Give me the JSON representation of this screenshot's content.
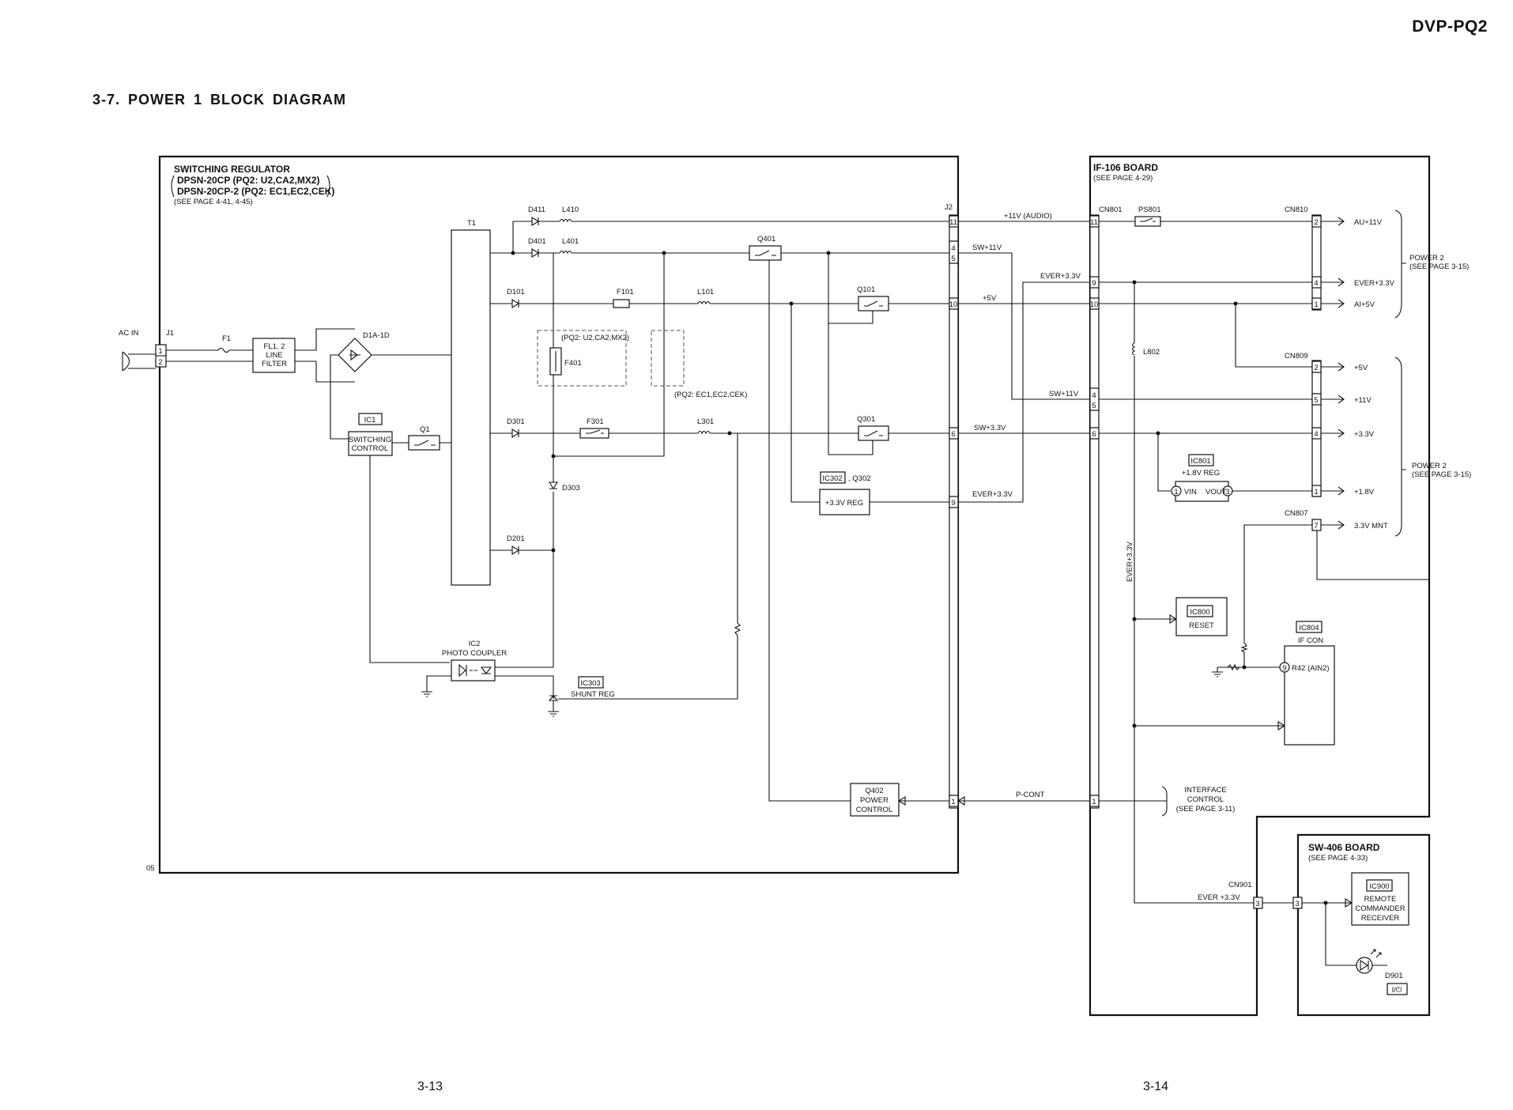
{
  "header": {
    "model": "DVP-PQ2",
    "section_title": "3-7.  POWER  1  BLOCK  DIAGRAM",
    "page_left": "3-13",
    "page_right": "3-14"
  },
  "regulator": {
    "title": "SWITCHING REGULATOR",
    "model_line1": "DPSN-20CP (PQ2: U2,CA2,MX2)",
    "model_line2": "DPSN-20CP-2 (PQ2: EC1,EC2,CEK)",
    "see_page": "(SEE PAGE 4-41, 4-45)",
    "corner_mark": "05"
  },
  "labels": {
    "ac_in": "AC IN",
    "j1": "J1",
    "f1": "F1",
    "fl": [
      "FL1, 2",
      "LINE",
      "FILTER"
    ],
    "d1a": "D1A-1D",
    "t1": "T1",
    "ic1": "IC1",
    "switching_control": [
      "SWITCHING",
      "CONTROL"
    ],
    "q1": "Q1",
    "d411": "D411",
    "l410": "L410",
    "d401": "D401",
    "l401": "L401",
    "d101": "D101",
    "f101": "F101",
    "l101": "L101",
    "d301": "D301",
    "f301": "F301",
    "l301": "L301",
    "d303": "D303",
    "d201": "D201",
    "pq2_us": "(PQ2: U2,CA2,MX2)",
    "f401": "F401",
    "pq2_eu": "(PQ2: EC1,EC2,CEK)",
    "q401": "Q401",
    "q101": "Q101",
    "q301": "Q301",
    "ic302": "IC302",
    "q302": ", Q302",
    "reg33": "+3.3V REG",
    "ic2": "IC2",
    "photo_coupler": "PHOTO COUPLER",
    "ic303": "IC303",
    "shunt_reg": "SHUNT REG",
    "q402": [
      "Q402",
      "POWER",
      "CONTROL"
    ],
    "j2": "J2",
    "net_11v_audio": "+11V (AUDIO)",
    "net_sw11v": "SW+11V",
    "net_ever33": "EVER+3.3V",
    "net_5v": "+5V",
    "net_sw11v_b": "SW+11V",
    "net_sw33": "SW+3.3V",
    "net_ever33_b": "EVER+3.3V",
    "net_pcont": "P-CONT",
    "cn801": "CN801",
    "ps801": "PS801",
    "l802": "L802",
    "cn810": "CN810",
    "cn809": "CN809",
    "cn807": "CN807",
    "ic801": "IC801",
    "reg18": "+1.8V REG",
    "vin": "VIN",
    "vout": "VOUT",
    "ic800": "IC800",
    "reset": "RESET",
    "ic804": "IC804",
    "if_con": "IF CON",
    "r42": "R42 (AIN2)",
    "ever33_vert": "EVER+3.3V",
    "interface_control": [
      "INTERFACE",
      "CONTROL",
      "(SEE PAGE 3-11)"
    ],
    "cn901": "CN901",
    "ever33_sw": "EVER +3.3V",
    "ic900": "IC900",
    "remote": [
      "REMOTE",
      "COMMANDER",
      "RECEIVER"
    ],
    "d901": "D901",
    "power_symbol": "I/⏻"
  },
  "boards": {
    "if106": {
      "name": "IF-106 BOARD",
      "see": "(SEE PAGE 4-29)"
    },
    "sw406": {
      "name": "SW-406 BOARD",
      "see": "(SEE PAGE 4-33)"
    }
  },
  "outputs": {
    "au11": "AU+11V",
    "ever33": "EVER+3.3V",
    "ai5": "AI+5V",
    "p5": "+5V",
    "p11": "+11V",
    "p33": "+3.3V",
    "p18": "+1.8V",
    "mnt": "3.3V MNT",
    "power2_a": [
      "POWER 2",
      "(SEE PAGE 3-15)"
    ],
    "power2_b": [
      "POWER 2",
      "(SEE PAGE 3-15)"
    ]
  },
  "pins": {
    "j1": [
      "1",
      "2"
    ],
    "j2": [
      "11",
      "4",
      "5",
      "10",
      "6",
      "9",
      "1"
    ],
    "cn801": [
      "11",
      "9",
      "10",
      "4",
      "5",
      "6",
      "1"
    ],
    "cn810": [
      "2",
      "4",
      "1"
    ],
    "cn809": [
      "2",
      "5",
      "4",
      "1"
    ],
    "cn807": [
      "7"
    ],
    "ic801": [
      "1",
      "3"
    ],
    "ic804": [
      "9"
    ],
    "cn901": [
      "3",
      "3"
    ]
  }
}
